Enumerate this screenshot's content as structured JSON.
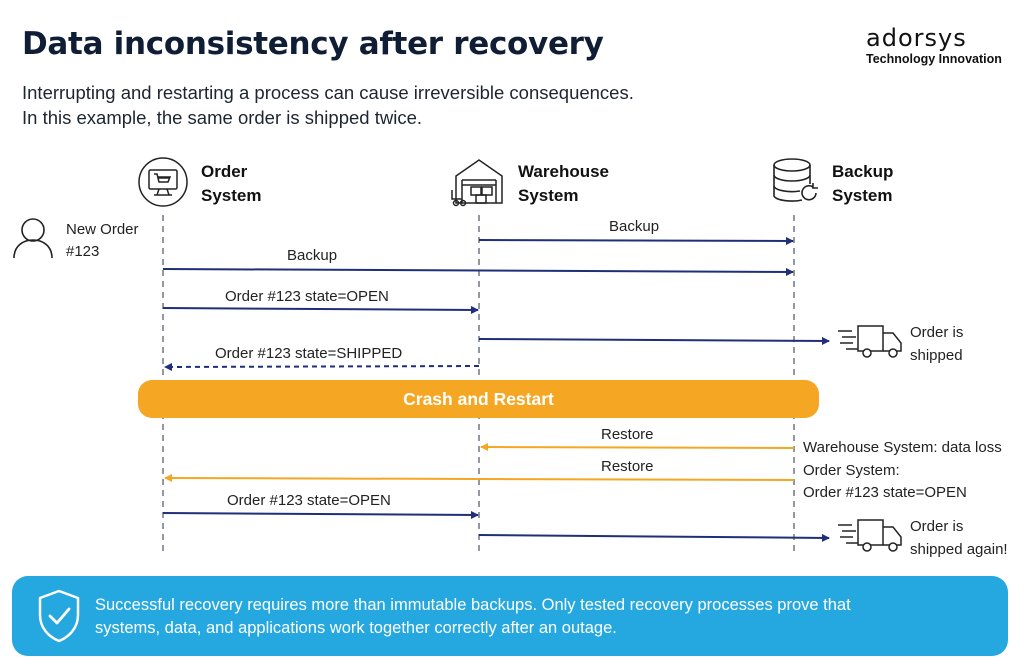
{
  "header": {
    "title": "Data inconsistency after recovery",
    "subtitle_line1": "Interrupting and restarting a process can cause irreversible consequences.",
    "subtitle_line2": "In this example, the same order is shipped twice."
  },
  "logo": {
    "wordmark": "adorsys",
    "tagline": "Technology Innovation"
  },
  "actors": {
    "order_system": {
      "line1": "Order",
      "line2": "System"
    },
    "warehouse_system": {
      "line1": "Warehouse",
      "line2": "System"
    },
    "backup_system": {
      "line1": "Backup",
      "line2": "System"
    }
  },
  "new_order": {
    "line1": "New Order",
    "line2": "#123"
  },
  "messages": {
    "backup_1": "Backup",
    "backup_2": "Backup",
    "open_1": "Order #123 state=OPEN",
    "shipped": "Order #123 state=SHIPPED",
    "restore_1": "Restore",
    "restore_2": "Restore",
    "open_2": "Order #123 state=OPEN"
  },
  "shipped_notes": {
    "first_line1": "Order is",
    "first_line2": "shipped",
    "second_line1": "Order is",
    "second_line2": "shipped again!"
  },
  "crash_label": "Crash and Restart",
  "restore_notes": {
    "line1": "Warehouse System: data loss",
    "line2": "Order System:",
    "line3": "Order #123 state=OPEN"
  },
  "footer": {
    "line1": "Successful recovery requires more than immutable backups. Only tested recovery processes prove that",
    "line2": "systems, data, and applications work together correctly after an outage."
  },
  "colors": {
    "navy": "#1f2f7a",
    "orange": "#f5a623",
    "footer_bg": "#25a8e0",
    "lifeline": "#7a7f8a"
  }
}
